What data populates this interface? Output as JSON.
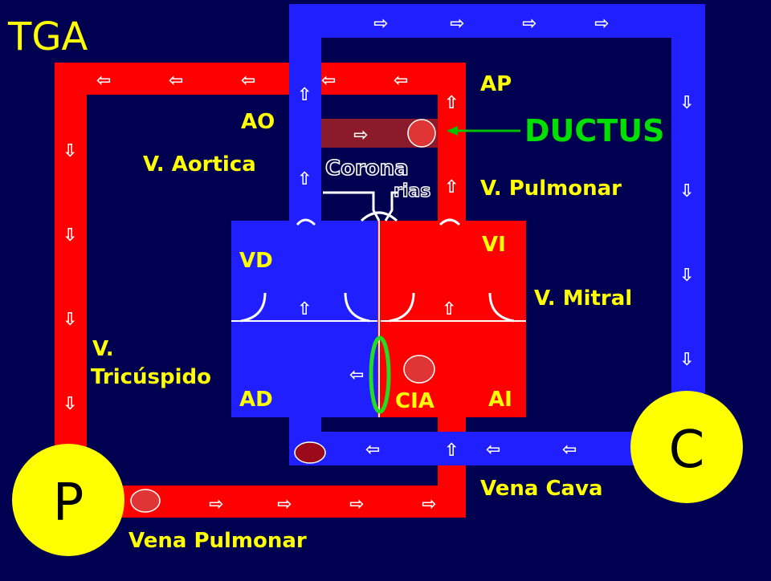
{
  "colors": {
    "background": "#000050",
    "oxygenated": "#ff0000",
    "deoxygenated": "#1f1fff",
    "ductus": "#8b1a2a",
    "label": "#ffff00",
    "ductus_label": "#00e000",
    "cia_ring": "#22dd22",
    "circle": "#ffff00",
    "arrow": "#ffffff"
  },
  "title": "TGA",
  "labels": {
    "ao": "AO",
    "ap": "AP",
    "ductus": "DUCTUS",
    "v_aortica": "V. Aortica",
    "v_pulmonar_valve": "V. Pulmonar",
    "coronarias_line1": "Corona",
    "coronarias_line2": "rias",
    "vd": "VD",
    "vi": "VI",
    "v_mitral": "V. Mitral",
    "v_tricuspide_line1": "V.",
    "v_tricuspide_line2": "Tricúspido",
    "ad": "AD",
    "ai": "AI",
    "cia": "CIA",
    "vena_cava": "Vena Cava",
    "vena_pulmonar": "Vena Pulmonar"
  },
  "circles": {
    "pulmonary": "P",
    "systemic": "C"
  },
  "icons": {
    "flow_arrow": "⇨",
    "flow_arrow_left": "⇦",
    "flow_arrow_up": "⇧",
    "flow_arrow_down": "⇩"
  }
}
